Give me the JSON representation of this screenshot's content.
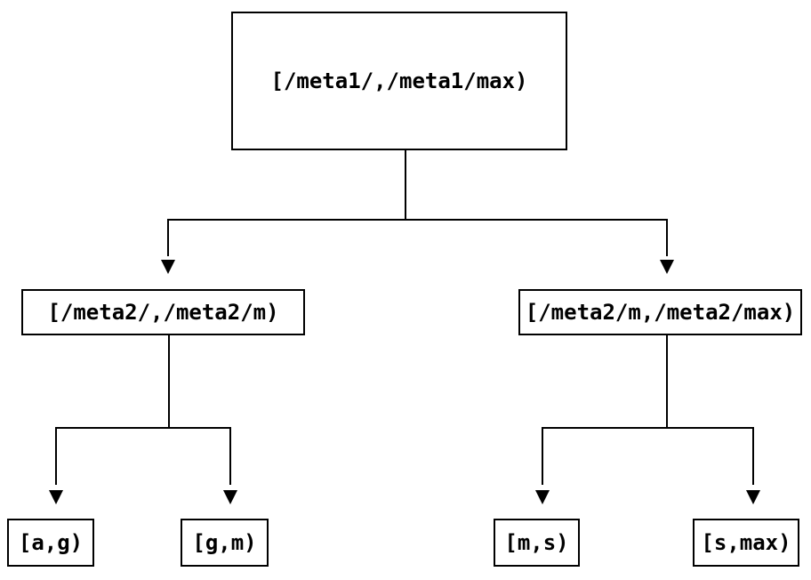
{
  "diagram": {
    "tree": {
      "label": "[/meta1/,/meta1/max)",
      "children": [
        {
          "label": "[/meta2/,/meta2/m)",
          "children": [
            {
              "label": "[a,g)"
            },
            {
              "label": "[g,m)"
            }
          ]
        },
        {
          "label": "[/meta2/m,/meta2/max)",
          "children": [
            {
              "label": "[m,s)"
            },
            {
              "label": "[s,max)"
            }
          ]
        }
      ]
    },
    "icons": {
      "arrowhead": "down-triangle"
    },
    "colors": {
      "background": "#ffffff",
      "line": "#000000",
      "box_border": "#000000",
      "box_fill": "#ffffff",
      "text": "#000000"
    }
  }
}
